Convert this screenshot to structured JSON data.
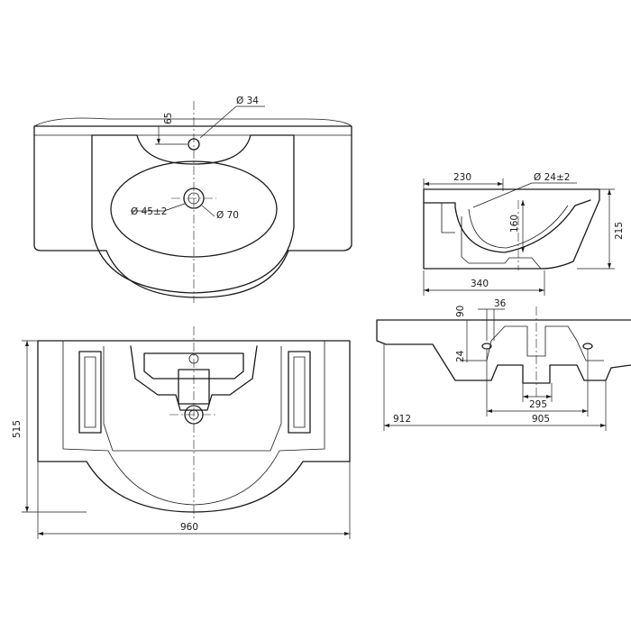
{
  "drawing": {
    "top_view": {
      "overflow_diameter": "Ø 34",
      "overflow_offset": "65",
      "drain_diameter": "Ø 45±2",
      "drain_outer_diameter": "Ø 70"
    },
    "side_section": {
      "rear_depth": "230",
      "tap_hole_diameter": "Ø 24±2",
      "bowl_depth": "160",
      "total_height": "215",
      "base_depth": "340"
    },
    "rear_view": {
      "fixing_height": "90",
      "fixing_offset": "36",
      "hole_height": "24",
      "drain_width": "295",
      "fixing_span": "905",
      "overall_width": "912"
    },
    "bottom_view": {
      "depth": "515",
      "width": "960"
    }
  }
}
